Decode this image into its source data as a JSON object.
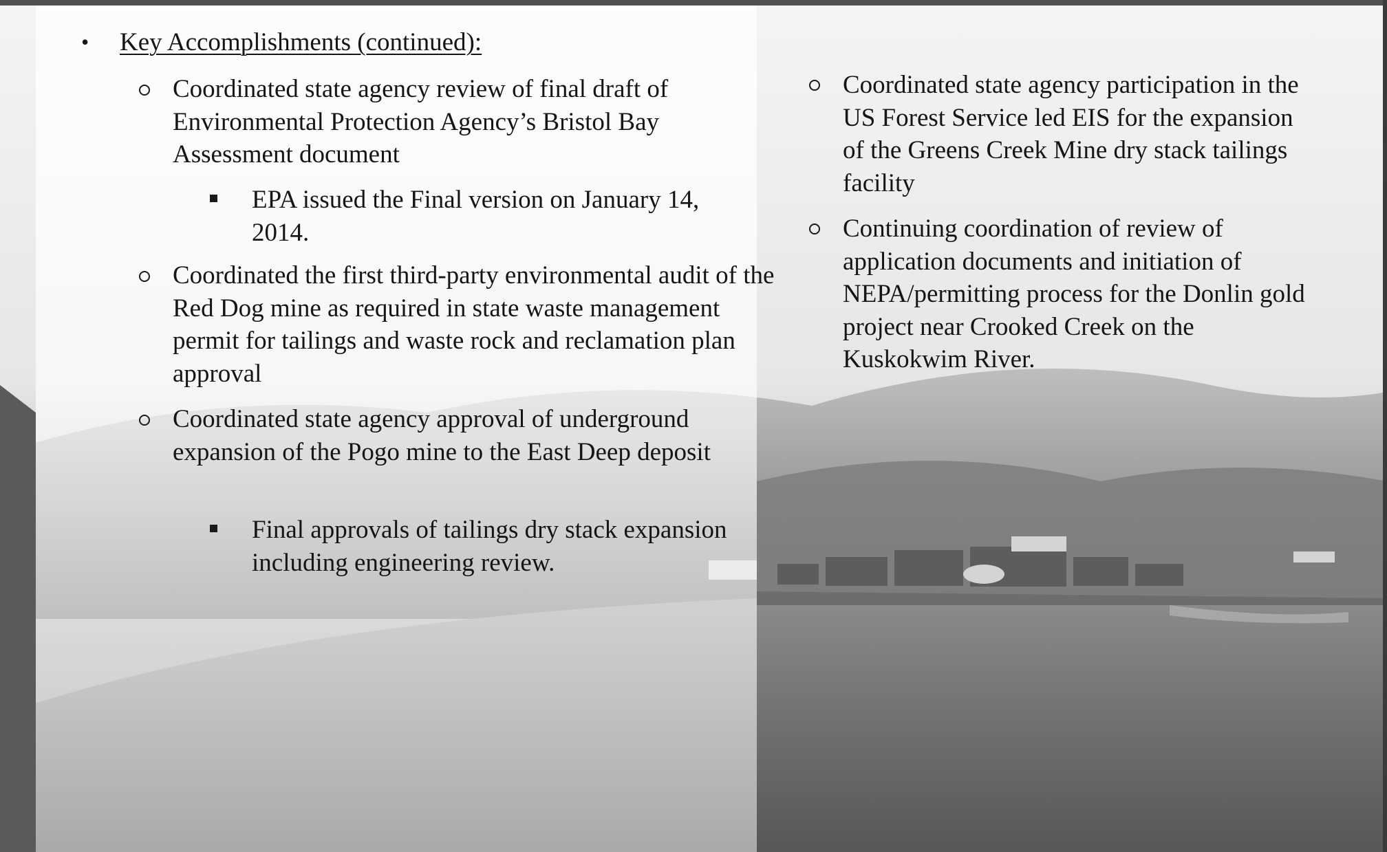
{
  "slide": {
    "heading": "Key Accomplishments (continued):",
    "left_items": [
      {
        "text": "Coordinated state agency review of final draft of Environmental Protection Agency’s Bristol Bay Assessment document",
        "sub": [
          "EPA issued the Final version on January 14, 2014."
        ]
      },
      {
        "text": "Coordinated the first third-party environmental audit of the Red Dog mine as required in state waste management permit for tailings and waste rock and reclamation plan approval",
        "sub": []
      },
      {
        "text": "Coordinated state agency approval of underground expansion of the Pogo mine to the East Deep deposit",
        "sub": [
          "Final approvals of tailings dry stack expansion including engineering review."
        ]
      }
    ],
    "right_items": [
      {
        "text": "Coordinated state agency participation in the US Forest Service led EIS for the expansion of the Greens Creek Mine dry stack tailings facility",
        "sub": []
      },
      {
        "text": "Continuing coordination of review of application documents and initiation of NEPA/permitting process for the Donlin gold project near Crooked Creek on the Kuskokwim River.",
        "sub": []
      }
    ]
  },
  "colors": {
    "text": "#151515",
    "frame": "#505050"
  }
}
